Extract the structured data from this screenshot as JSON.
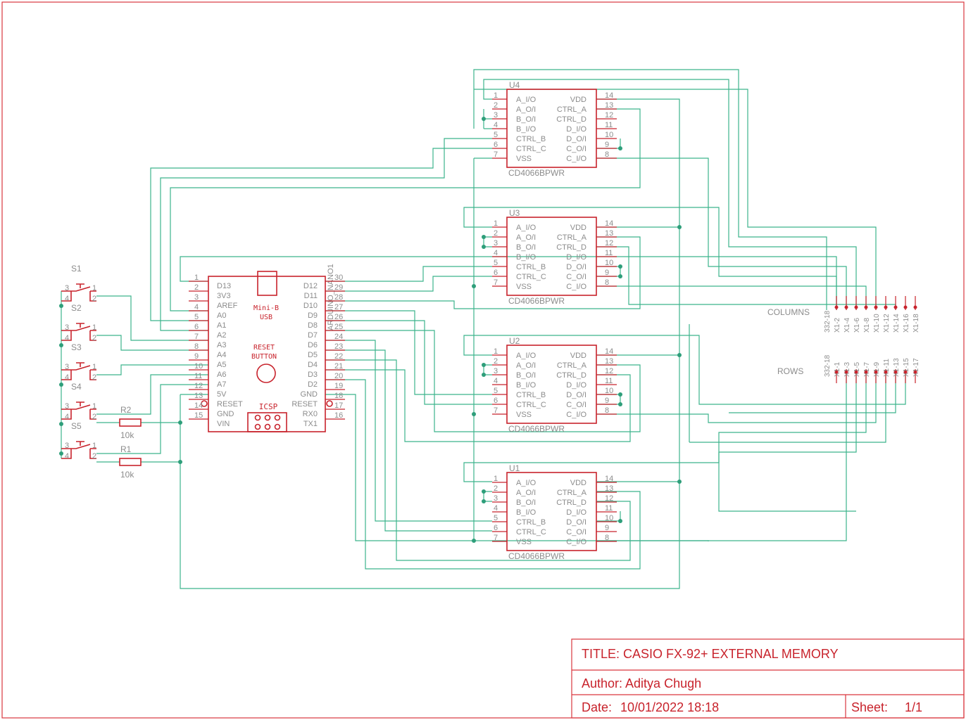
{
  "title_block": {
    "title": "TITLE:  CASIO FX-92+ EXTERNAL MEMORY",
    "author": "Author:  Aditya Chugh",
    "date_label": "Date:",
    "date_value": "10/01/2022 18:18",
    "sheet_label": "Sheet:",
    "sheet_value": "1/1"
  },
  "arduino": {
    "name": "ARDUINO_NANO1",
    "usb": [
      "Mini-B",
      "USB"
    ],
    "reset": [
      "RESET",
      "BUTTON"
    ],
    "icsp": "ICSP",
    "left_pins": [
      {
        "num": "1",
        "name": "D13"
      },
      {
        "num": "2",
        "name": "3V3"
      },
      {
        "num": "3",
        "name": "AREF"
      },
      {
        "num": "4",
        "name": "A0"
      },
      {
        "num": "5",
        "name": "A1"
      },
      {
        "num": "6",
        "name": "A2"
      },
      {
        "num": "7",
        "name": "A3"
      },
      {
        "num": "8",
        "name": "A4"
      },
      {
        "num": "9",
        "name": "A5"
      },
      {
        "num": "10",
        "name": "A6"
      },
      {
        "num": "11",
        "name": "A7"
      },
      {
        "num": "12",
        "name": "5V"
      },
      {
        "num": "13",
        "name": "RESET"
      },
      {
        "num": "14",
        "name": "GND"
      },
      {
        "num": "15",
        "name": "VIN"
      }
    ],
    "right_pins": [
      {
        "num": "30",
        "name": "D12"
      },
      {
        "num": "29",
        "name": "D11"
      },
      {
        "num": "28",
        "name": "D10"
      },
      {
        "num": "27",
        "name": "D9"
      },
      {
        "num": "26",
        "name": "D8"
      },
      {
        "num": "25",
        "name": "D7"
      },
      {
        "num": "24",
        "name": "D6"
      },
      {
        "num": "23",
        "name": "D5"
      },
      {
        "num": "22",
        "name": "D4"
      },
      {
        "num": "21",
        "name": "D3"
      },
      {
        "num": "20",
        "name": "D2"
      },
      {
        "num": "19",
        "name": "GND"
      },
      {
        "num": "18",
        "name": "RESET"
      },
      {
        "num": "17",
        "name": "RX0"
      },
      {
        "num": "16",
        "name": "TX1"
      }
    ]
  },
  "ics": [
    {
      "ref": "U4",
      "part": "CD4066BPWR"
    },
    {
      "ref": "U3",
      "part": "CD4066BPWR"
    },
    {
      "ref": "U2",
      "part": "CD4066BPWR"
    },
    {
      "ref": "U1",
      "part": "CD4066BPWR"
    }
  ],
  "ic_pins": {
    "left": [
      {
        "num": "1",
        "name": "A_I/O"
      },
      {
        "num": "2",
        "name": "A_O/I"
      },
      {
        "num": "3",
        "name": "B_O/I"
      },
      {
        "num": "4",
        "name": "B_I/O"
      },
      {
        "num": "5",
        "name": "CTRL_B"
      },
      {
        "num": "6",
        "name": "CTRL_C"
      },
      {
        "num": "7",
        "name": "VSS"
      }
    ],
    "right": [
      {
        "num": "14",
        "name": "VDD"
      },
      {
        "num": "13",
        "name": "CTRL_A"
      },
      {
        "num": "12",
        "name": "CTRL_D"
      },
      {
        "num": "11",
        "name": "D_I/O"
      },
      {
        "num": "10",
        "name": "D_O/I"
      },
      {
        "num": "9",
        "name": "C_O/I"
      },
      {
        "num": "8",
        "name": "C_I/O"
      }
    ]
  },
  "switches": [
    {
      "ref": "S1"
    },
    {
      "ref": "S2"
    },
    {
      "ref": "S3"
    },
    {
      "ref": "S4"
    },
    {
      "ref": "S5"
    }
  ],
  "switch_pins": [
    "1",
    "2",
    "3",
    "4"
  ],
  "resistors": [
    {
      "ref": "R2",
      "value": "10k"
    },
    {
      "ref": "R1",
      "value": "10k"
    }
  ],
  "connectors": {
    "columns_label": "COLUMNS",
    "rows_label": "ROWS",
    "columns": [
      "332-18",
      "X1-2",
      "X1-4",
      "X1-6",
      "X1-8",
      "X1-10",
      "X1-12",
      "X1-14",
      "X1-16",
      "X1-18"
    ],
    "rows": [
      "332-18",
      "X1-1",
      "X1-3",
      "X1-5",
      "X1-7",
      "X1-9",
      "X1-11",
      "X1-13",
      "X1-15",
      "X1-17"
    ]
  }
}
